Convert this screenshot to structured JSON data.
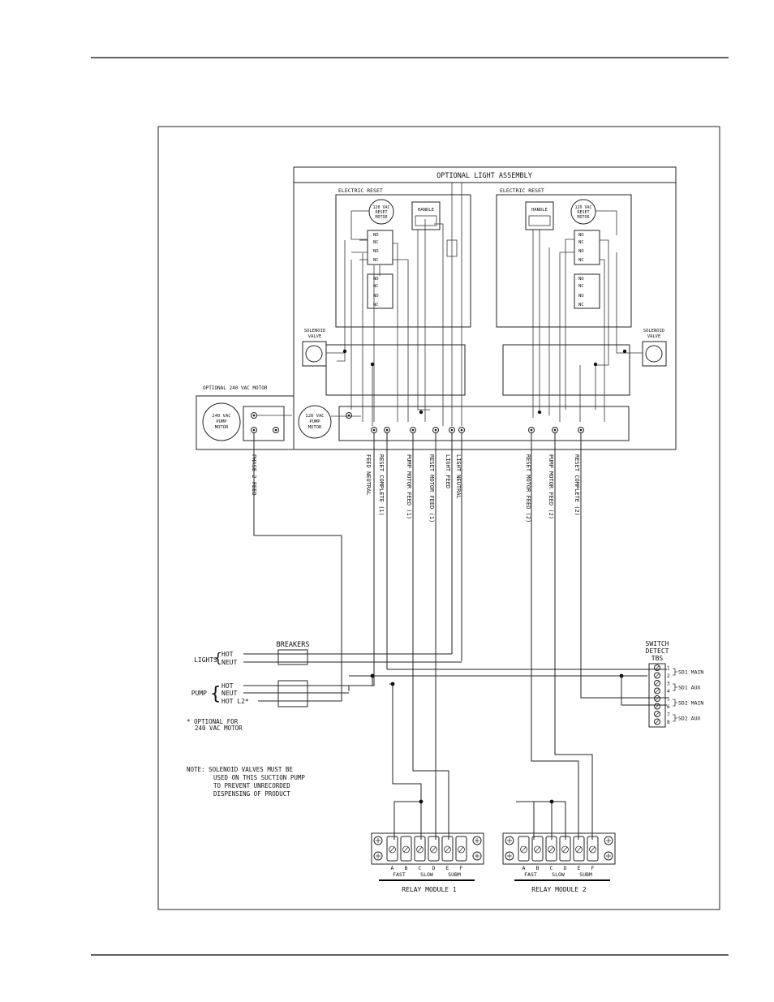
{
  "optional_light_assembly": "OPTIONAL LIGHT ASSEMBLY",
  "electric_reset": "ELECTRIC RESET",
  "reset_motor": [
    "120 VAC",
    "RESET",
    "MOTOR"
  ],
  "handle": "HANDLE",
  "contact_no": "NO",
  "contact_nc": "NC",
  "solenoid_valve": [
    "SOLENOID",
    "VALVE"
  ],
  "optional_240_motor": "OPTIONAL 240 VAC MOTOR",
  "pump_motor_240": [
    "240 VAC",
    "PUMP",
    "MOTOR"
  ],
  "pump_motor_120": [
    "120 VAC",
    "PUMP",
    "MOTOR"
  ],
  "wire_labels": {
    "phase2_feed": "PHASE 2 FEED",
    "feed_neutral": "FEED NEUTRAL",
    "reset_complete_1": "RESET COMPLETE (1)",
    "pump_motor_feed_1": "PUMP MOTOR FEED (1)",
    "reset_motor_feed_1": "RESET MOTOR FEED (1)",
    "light_feed": "LIGHT FEED",
    "light_neutral": "LIGHT NEUTRAL",
    "reset_motor_feed_2": "RESET MOTOR FEED (2)",
    "pump_motor_feed_2": "PUMP MOTOR FEED (2)",
    "reset_complete_2": "RESET COMPLETE (2)"
  },
  "breakers": "BREAKERS",
  "lights": "LIGHTS",
  "pump": "PUMP",
  "hot": "HOT",
  "neut": "NEUT",
  "hot_l2": "HOT L2*",
  "optional_note": [
    "* OPTIONAL FOR",
    "240 VAC MOTOR"
  ],
  "note": [
    "NOTE:  SOLENOID VALVES MUST BE",
    "USED ON THIS SUCTION PUMP",
    "TO PREVENT UNRECORDED",
    "DISPENSING OF PRODUCT"
  ],
  "switch_detect": [
    "SWITCH",
    "DETECT",
    "TBS"
  ],
  "tbs_numbers": [
    "1",
    "2",
    "3",
    "4",
    "5",
    "6",
    "7",
    "8"
  ],
  "tbs_groups": [
    "SD1 MAIN",
    "SD1 AUX",
    "SD2 MAIN",
    "SD2 AUX"
  ],
  "relay_letters": [
    "A",
    "B",
    "C",
    "D",
    "E",
    "F"
  ],
  "relay_groups": [
    "FAST",
    "SLOW",
    "SUBM"
  ],
  "relay_module_1": "RELAY MODULE 1",
  "relay_module_2": "RELAY MODULE 2"
}
